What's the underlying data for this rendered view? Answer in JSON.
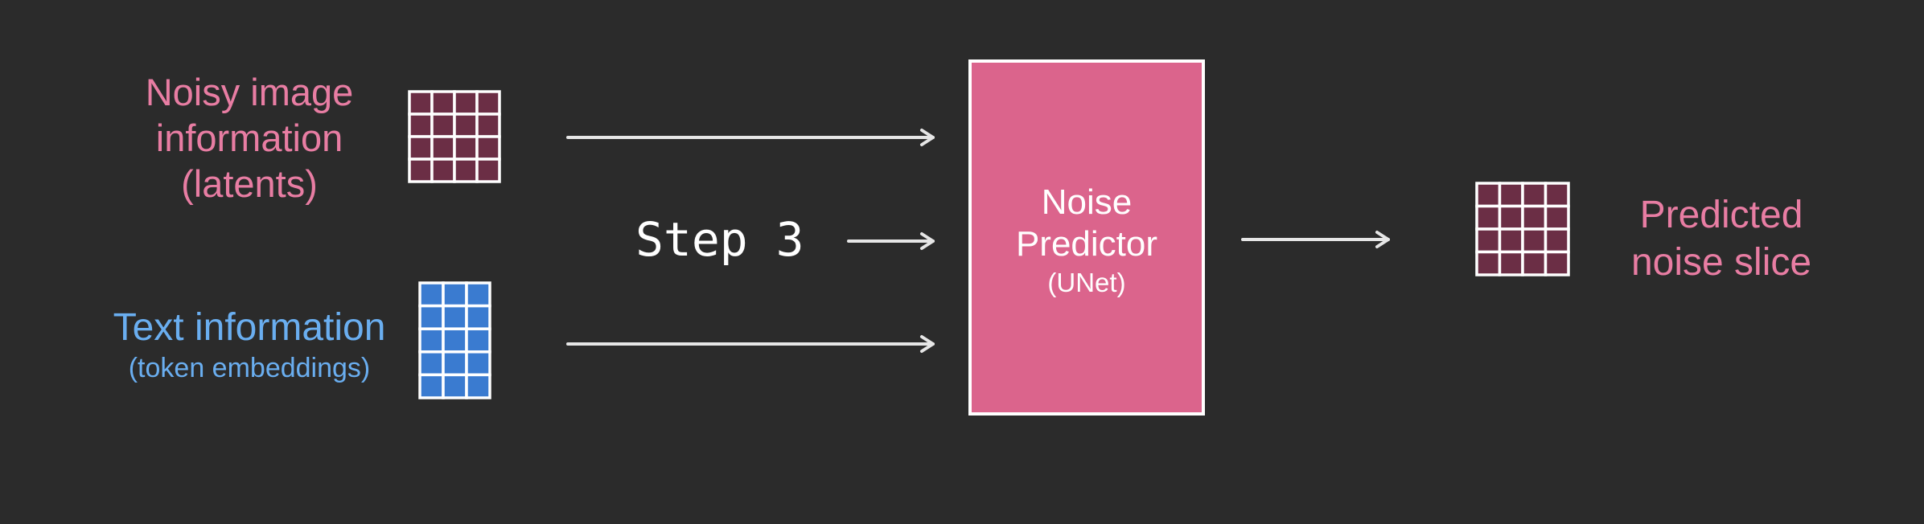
{
  "inputs": {
    "noisy_image": {
      "line1": "Noisy image",
      "line2": "information",
      "line3": "(latents)"
    },
    "text": {
      "main": "Text information",
      "sub": "(token embeddings)"
    }
  },
  "step": {
    "label": "Step 3"
  },
  "predictor": {
    "line1": "Noise",
    "line2": "Predictor",
    "line3": "(UNet)"
  },
  "output": {
    "line1": "Predicted",
    "line2": "noise slice"
  },
  "colors": {
    "background": "#2b2b2b",
    "latent_cell": "#6b2e45",
    "token_cell": "#3a7bd0",
    "predictor_fill": "#db648c",
    "pink_text": "#e87da3",
    "blue_text": "#6aaef0",
    "arrow": "#e6e6e6"
  },
  "grids": {
    "latents": {
      "rows": 4,
      "cols": 4
    },
    "tokens": {
      "rows": 5,
      "cols": 3
    },
    "noise_slice": {
      "rows": 4,
      "cols": 4
    }
  }
}
